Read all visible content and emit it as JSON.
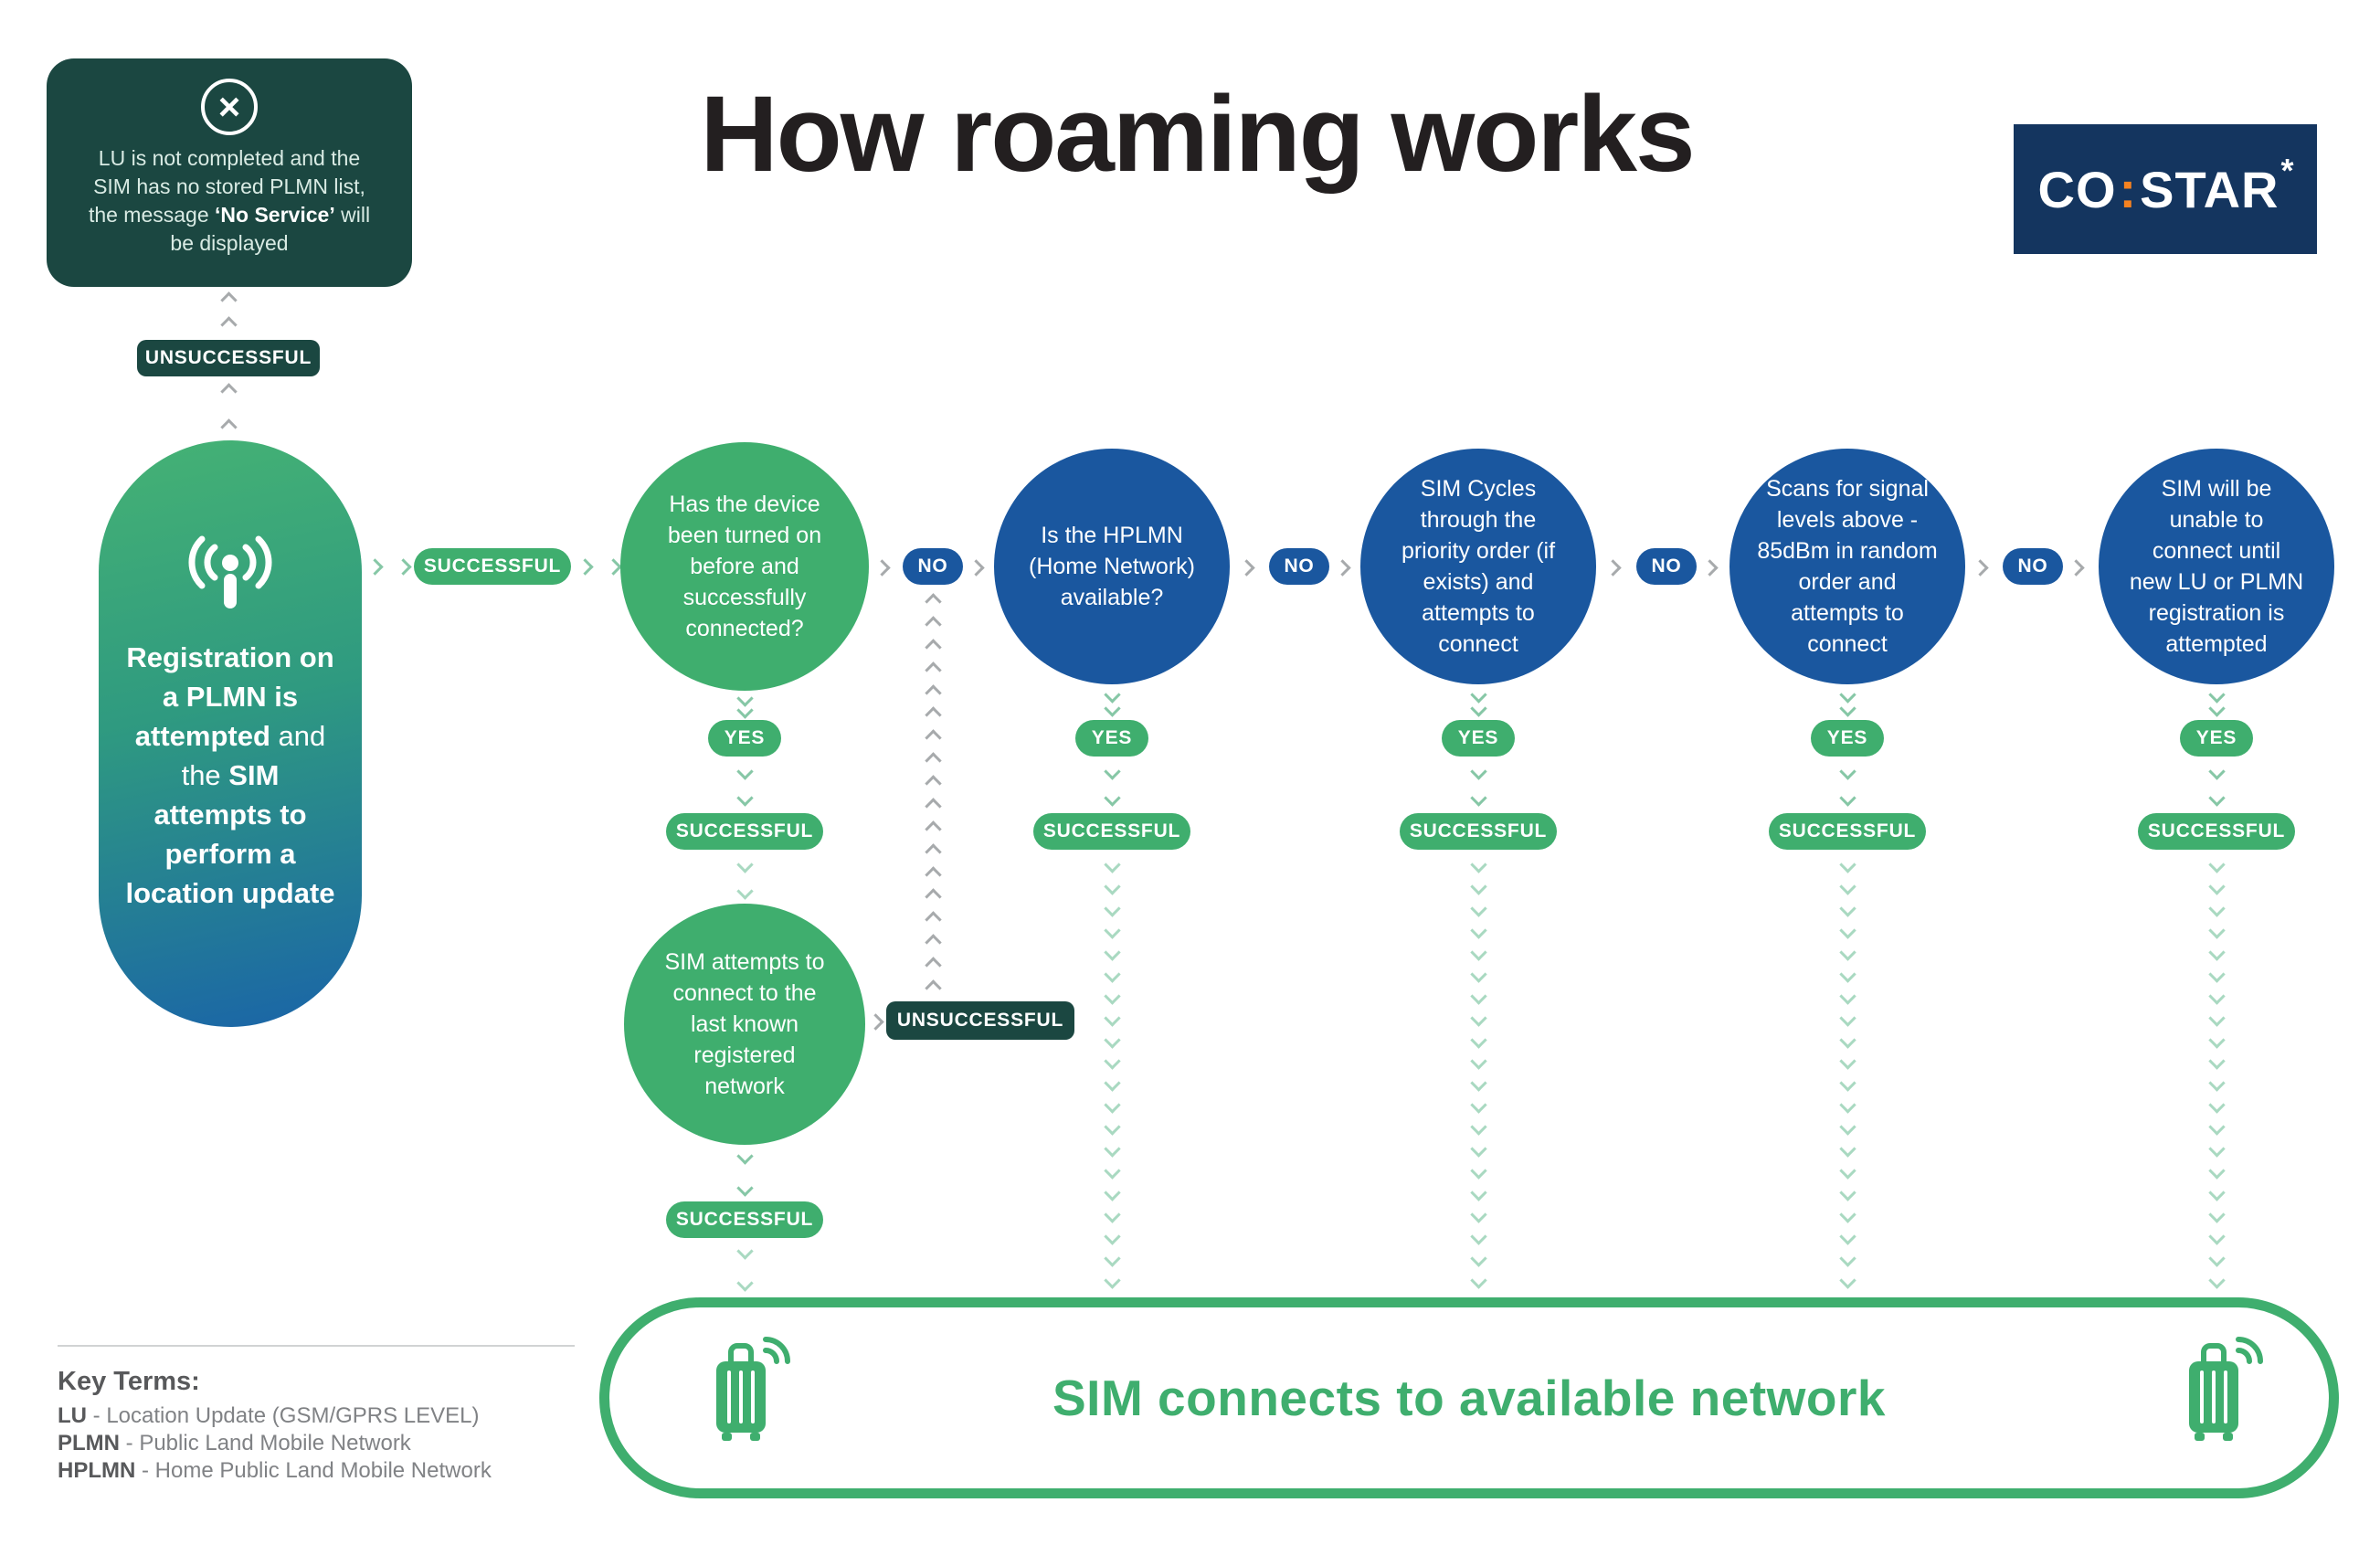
{
  "title": "How roaming works",
  "logo": {
    "co": "CO",
    "colon": ":",
    "star": "STAR",
    "mark": "*"
  },
  "badges": {
    "successful": "SUCCESSFUL",
    "unsuccessful": "UNSUCCESSFUL",
    "yes": "YES",
    "no": "NO"
  },
  "note": {
    "pre": "LU is not completed and the SIM has no stored PLMN list, the message ",
    "bold": "‘No Service’",
    "post": " will be displayed"
  },
  "start": {
    "bold1": "Registration on a PLMN is attempted ",
    "normal": "and the ",
    "bold2": "SIM attempts to perform a location update"
  },
  "nodes": {
    "device": "Has the device been turned on before and successfully connected?",
    "lastknown": "SIM attempts to connect to the last known registered network",
    "hplmn": "Is the HPLMN (Home Network) available?",
    "cycles": "SIM Cycles through the priority order (if exists) and attempts to connect",
    "scans": "Scans for signal levels above - 85dBm in random order and attempts to connect",
    "unable": "SIM will be unable to connect until new LU or PLMN registration is attempted"
  },
  "result": "SIM connects to available network",
  "key_terms": {
    "heading": "Key Terms:",
    "items": [
      {
        "term": "LU",
        "desc": " - Location Update (GSM/GPRS LEVEL)"
      },
      {
        "term": "PLMN",
        "desc": " - Public Land Mobile Network"
      },
      {
        "term": "HPLMN",
        "desc": " - Home Public Land Mobile Network"
      }
    ]
  },
  "colors": {
    "green": "#3fae6e",
    "blue": "#1a579f",
    "dark_teal": "#1b4741",
    "navy": "#14355f",
    "orange": "#f58220",
    "title": "#231f20"
  }
}
